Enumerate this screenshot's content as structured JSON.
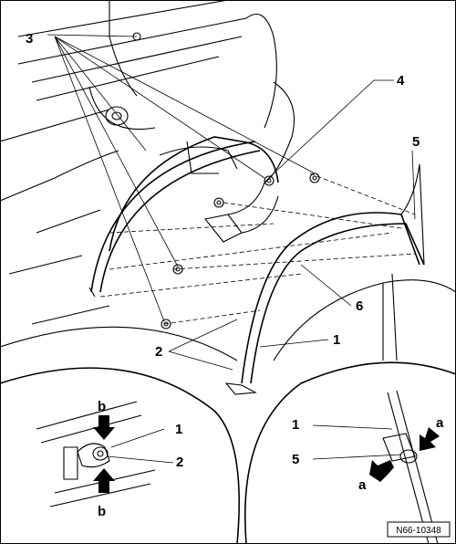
{
  "callouts": {
    "c1": "1",
    "c2": "2",
    "c3": "3",
    "c4": "4",
    "c5": "5",
    "c6": "6"
  },
  "detail_left": {
    "b_top": "b",
    "b_bottom": "b",
    "c1": "1",
    "c2": "2"
  },
  "detail_right": {
    "c1": "1",
    "c5": "5",
    "a_top": "a",
    "a_bottom": "a"
  },
  "reference": "N66-10348"
}
